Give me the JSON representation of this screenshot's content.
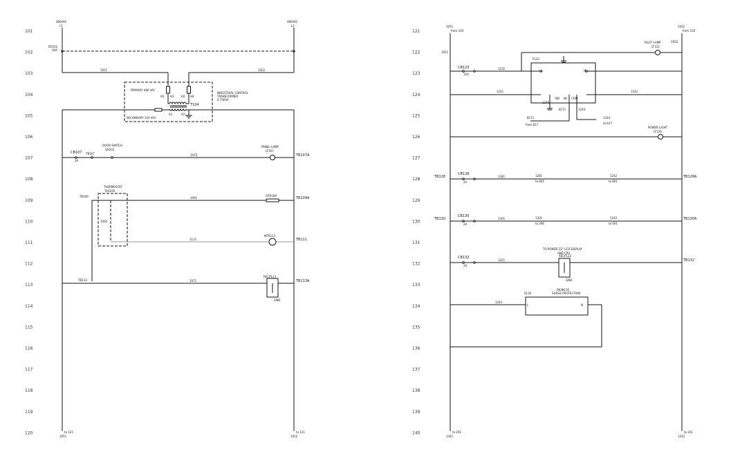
{
  "left": {
    "line_numbers": [
      "101",
      "102",
      "103",
      "104",
      "105",
      "106",
      "107",
      "108",
      "109",
      "110",
      "111",
      "112",
      "113",
      "114",
      "115",
      "116",
      "117",
      "118",
      "119",
      "120"
    ],
    "l1_header": "480VAC",
    "l1_sub": "L1",
    "l2_header": "480VAC",
    "l2_sub": "L2",
    "disconnect": "DS102",
    "disconnect_rating": "30A",
    "wire_1021": "1021",
    "wire_1022": "1022",
    "primary": "PRIMARY 480 VAC",
    "h1": "H1",
    "h3": "H3",
    "h2": "H2",
    "h4": "H4",
    "transformer_desc_1": "INDUSTRIAL CONTROL",
    "transformer_desc_2": "TRANSFORMER",
    "transformer_desc_3": "0.75KVA",
    "transformer_tag": "T104",
    "x1": "X1",
    "x2": "X2",
    "secondary": "SECONDARY 120 VAC",
    "cb107": "CB107",
    "cb107_rating": "2A",
    "tb107": "TB107",
    "door_switch_1": "DOOR SWITCH",
    "door_switch_2": "DS102",
    "wire_1072": "1072",
    "panel_lamp_1": "PANEL LAMP",
    "panel_lamp_2": "LT107",
    "tb107a": "TB107A",
    "thermostat_1": "THERMOSTAT",
    "thermostat_2": "TAS109",
    "tb109": "TB109",
    "wire_1091": "1091",
    "htr109": "HTR109",
    "tb109a": "TB109A",
    "wire_1092": "1092",
    "wire_1111": "1111",
    "mtr111": "MTR111",
    "tb111": "TB111",
    "tb113": "TB113",
    "wire_1071": "1071",
    "recp113": "RECP113",
    "tb113a": "TB113A",
    "gnd": "GND",
    "bottom_left_to": "to 121",
    "bottom_left_wire": "1051",
    "bottom_right_to": "to 121",
    "bottom_right_wire": "1052"
  },
  "right": {
    "line_numbers": [
      "121",
      "122",
      "123",
      "124",
      "125",
      "126",
      "127",
      "128",
      "129",
      "130",
      "131",
      "132",
      "133",
      "134",
      "135",
      "136",
      "137",
      "138",
      "139",
      "140"
    ],
    "top_left_wire": "1051",
    "top_left_from": "from 120",
    "top_right_wire": "1052",
    "top_right_from": "from 120",
    "wire_1051": "1051",
    "pilot_lamp_1": "PILOT LAMP",
    "pilot_lamp_2": "LT122",
    "wire_1052": "1052",
    "cb123": "CB123",
    "cb123_rating": "15A",
    "wire_1231": "1231",
    "f123": "F123",
    "pin_l": "L",
    "pin_n": "N",
    "wire_1241": "1241",
    "wire_1242": "1242",
    "wire_1243": "1243",
    "relay_no": "NO",
    "relay_nc": "NC",
    "relay_com": "COM",
    "wire_8171_left": "8171",
    "wire_8171_right": "8171",
    "wire_1244_a": "1244",
    "from_817": "from 817",
    "wire_1244_b": "1244",
    "to_817": "to 817",
    "power_light_1": "POWER LIGHT",
    "power_light_2": "LT126",
    "tb128": "TB128",
    "cb128": "CB128",
    "cb128_rating": "2A",
    "wire_1281": "1281",
    "wire_1281_b": "1281",
    "to_801": "to 801",
    "wire_1242_128": "1242",
    "to_801_b": "to 801",
    "tb128a": "TB128A",
    "tb130": "TB130",
    "cb130": "CB130",
    "cb130_rating": "2A",
    "wire_1301": "1301",
    "wire_1301_b": "1301",
    "to_306": "to 306",
    "wire_1242_130": "1242",
    "to_461": "to 461",
    "tb130a": "TB130A",
    "cb132": "CB132",
    "cb132_rating": "2A",
    "wire_1321": "1321",
    "lcd_1": "TO POWER 22\" LCD DISPLAY",
    "lcd_2": "AND CPU",
    "recp132": "RECP132",
    "gnd": "GND",
    "tb132": "TB132",
    "surge_tag": "S134",
    "surge_1": "DK-BK-35",
    "surge_2": "SURGE PROTECTION",
    "wire_1341": "1341",
    "bottom_left_to": "to 201",
    "bottom_left_wire": "1341",
    "bottom_right_to": "to 201",
    "bottom_right_wire": "1242"
  }
}
